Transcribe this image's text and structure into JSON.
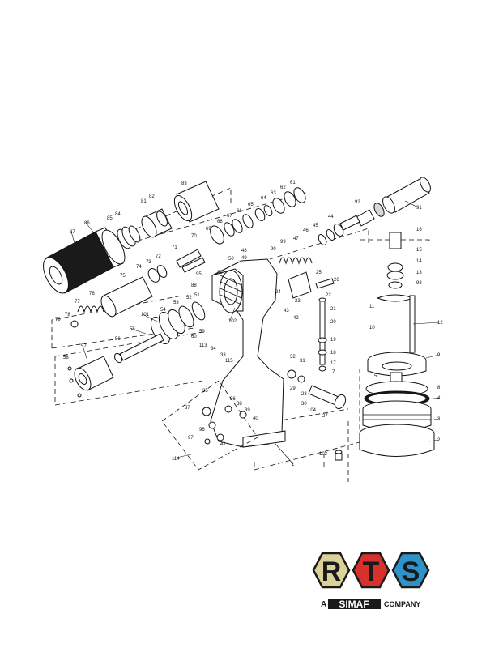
{
  "diagram": {
    "labels": [
      "1",
      "2",
      "3",
      "4",
      "5",
      "7",
      "8",
      "9",
      "10",
      "11",
      "12",
      "13",
      "14",
      "15",
      "16",
      "17",
      "18",
      "19",
      "20",
      "21",
      "22",
      "23",
      "24",
      "25",
      "26",
      "27",
      "28",
      "29",
      "30",
      "31",
      "32",
      "33",
      "34",
      "35",
      "36",
      "37",
      "38",
      "39",
      "40",
      "41",
      "42",
      "43",
      "44",
      "45",
      "46",
      "47",
      "48",
      "49",
      "50",
      "51",
      "52",
      "53",
      "54",
      "55",
      "56",
      "57",
      "58",
      "59",
      "60",
      "61",
      "62",
      "63",
      "64",
      "65",
      "66",
      "67",
      "68",
      "69",
      "70",
      "71",
      "72",
      "73",
      "74",
      "75",
      "76",
      "77",
      "78",
      "79",
      "81",
      "82",
      "83",
      "84",
      "85",
      "86",
      "87",
      "88",
      "89",
      "90",
      "91",
      "92",
      "95",
      "96",
      "97",
      "98",
      "99",
      "101",
      "102",
      "103",
      "104",
      "113",
      "114",
      "115"
    ]
  },
  "logo": {
    "letters": [
      "R",
      "T",
      "S"
    ],
    "tagline_a": "A",
    "tagline_brand": "SIMAF",
    "tagline_rest": "COMPANY",
    "colors": {
      "hex_r": "#d9d39a",
      "hex_t": "#d8312b",
      "hex_s": "#2e93c8",
      "outline": "#1a1a1a"
    }
  }
}
